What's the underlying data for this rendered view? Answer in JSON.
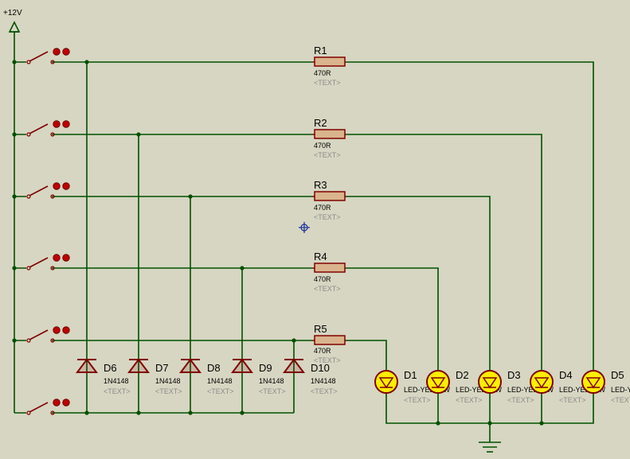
{
  "power": {
    "label": "+12V"
  },
  "resistors": [
    {
      "ref": "R1",
      "value": "470R",
      "text": "<TEXT>"
    },
    {
      "ref": "R2",
      "value": "470R",
      "text": "<TEXT>"
    },
    {
      "ref": "R3",
      "value": "470R",
      "text": "<TEXT>"
    },
    {
      "ref": "R4",
      "value": "470R",
      "text": "<TEXT>"
    },
    {
      "ref": "R5",
      "value": "470R",
      "text": "<TEXT>"
    }
  ],
  "diodes": [
    {
      "ref": "D6",
      "part": "1N4148",
      "text": "<TEXT>"
    },
    {
      "ref": "D7",
      "part": "1N4148",
      "text": "<TEXT>"
    },
    {
      "ref": "D8",
      "part": "1N4148",
      "text": "<TEXT>"
    },
    {
      "ref": "D9",
      "part": "1N4148",
      "text": "<TEXT>"
    },
    {
      "ref": "D10",
      "part": "1N4148",
      "text": "<TEXT>"
    }
  ],
  "leds": [
    {
      "ref": "D1",
      "part": "LED-YELLOW",
      "text": "<TEXT>"
    },
    {
      "ref": "D2",
      "part": "LED-YELLOW",
      "text": "<TEXT>"
    },
    {
      "ref": "D3",
      "part": "LED-YELLOW",
      "text": "<TEXT>"
    },
    {
      "ref": "D4",
      "part": "LED-YELLOW",
      "text": "<TEXT>"
    },
    {
      "ref": "D5",
      "part": "LED-YELLOW",
      "text": "<TEXT>"
    }
  ],
  "colors": {
    "background": "#d6d6c2",
    "wire": "#005000",
    "component": "#800000",
    "resistor_fill": "#d9b48c",
    "switch_pin": "#c00000",
    "led_fill": "#ffee00",
    "text": "#000000",
    "placeholder_text": "#8c8c8c",
    "cursor": "#1a2e9c"
  }
}
